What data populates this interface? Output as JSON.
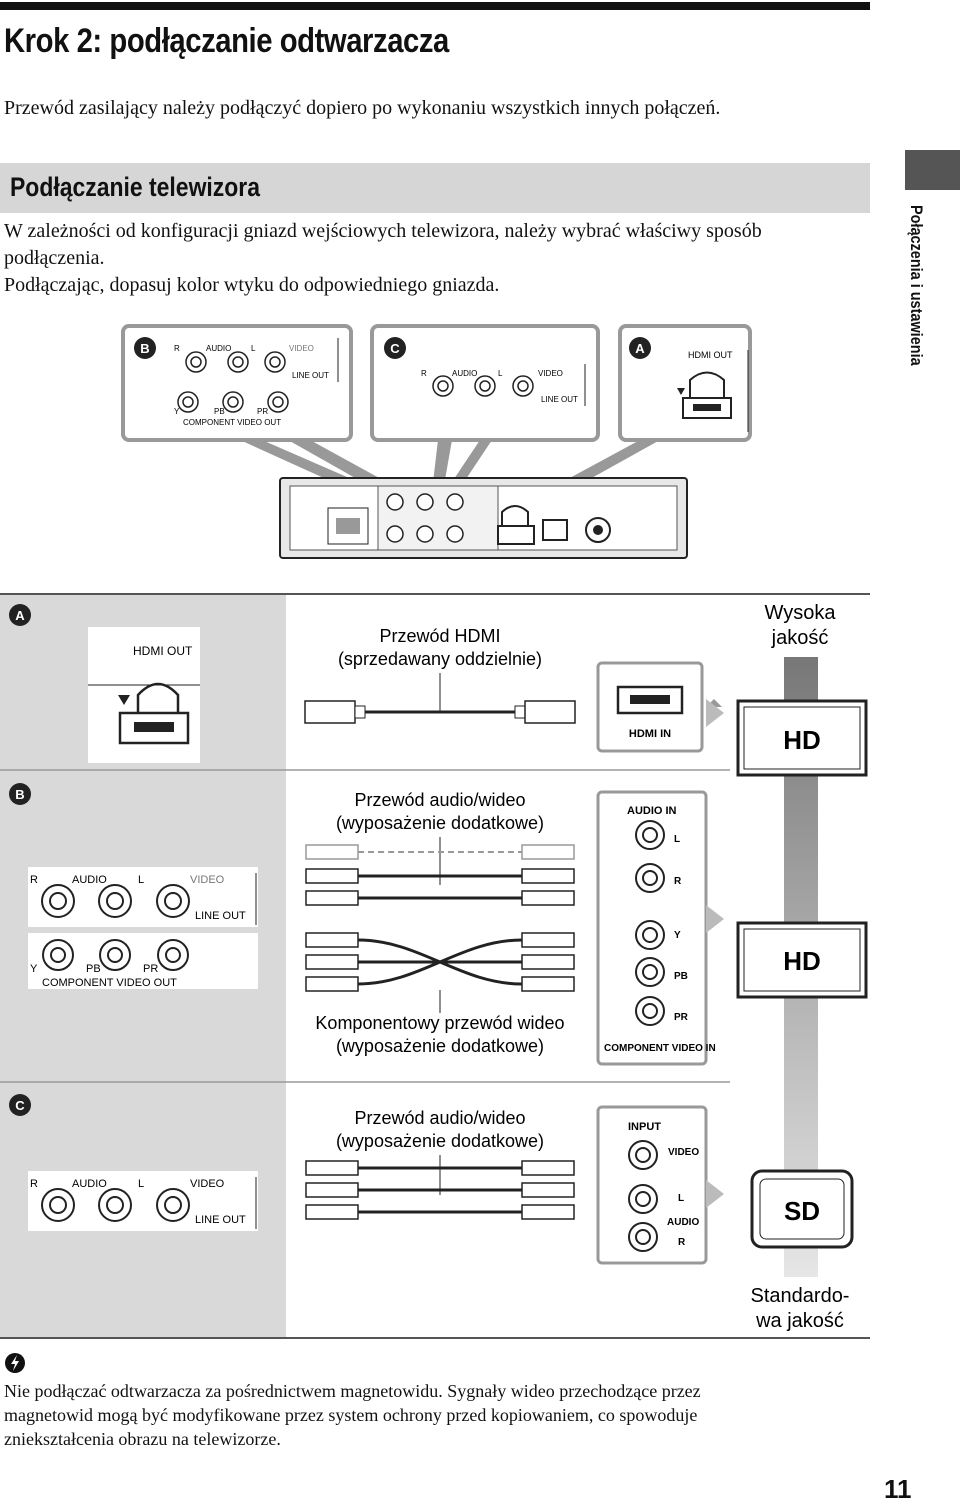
{
  "title": "Krok 2: podłączanie odtwarzacza",
  "intro": "Przewód zasilający należy podłączyć dopiero po wykonaniu wszystkich innych połączeń.",
  "section": {
    "heading": "Podłączanie telewizora",
    "line1": "W zależności od konfiguracji gniazd wejściowych telewizora, należy wybrać właściwy sposób",
    "line2": "podłączenia.",
    "line3": "Podłączając, dopasuj kolor wtyku do odpowiedniego gniazda."
  },
  "side_tab": "Połączenia i ustawienia",
  "markers": {
    "a": "A",
    "b": "B",
    "c": "C"
  },
  "jacks": {
    "r": "R",
    "audio": "AUDIO",
    "l": "L",
    "video": "VIDEO",
    "line_out": "LINE OUT",
    "y": "Y",
    "pb": "PB",
    "pr": "PR",
    "component_out": "COMPONENT VIDEO OUT",
    "hdmi_out": "HDMI OUT",
    "hdmi_in": "HDMI IN",
    "audio_in": "AUDIO IN",
    "component_in": "COMPONENT VIDEO IN",
    "input": "INPUT"
  },
  "quality": {
    "high_1": "Wysoka",
    "high_2": "jakość",
    "std_1": "Standardo-",
    "std_2": "wa jakość"
  },
  "tv": {
    "hd": "HD",
    "sd": "SD"
  },
  "cables": {
    "hdmi_1": "Przewód HDMI",
    "hdmi_2": "(sprzedawany oddzielnie)",
    "av_1": "Przewód audio/wideo",
    "av_2": "(wyposażenie dodatkowe)",
    "comp_1": "Komponentowy przewód wideo",
    "comp_2": "(wyposażenie dodatkowe)"
  },
  "tip": {
    "icon": "hint-icon",
    "line1": "Nie podłączać odtwarzacza za pośrednictwem magnetowidu. Sygnały wideo przechodzące przez",
    "line2": "magnetowid mogą być modyfikowane przez system ochrony przed kopiowaniem, co spowoduje",
    "line3": "zniekształcenia obrazu na telewizorze."
  },
  "page_number": "11"
}
